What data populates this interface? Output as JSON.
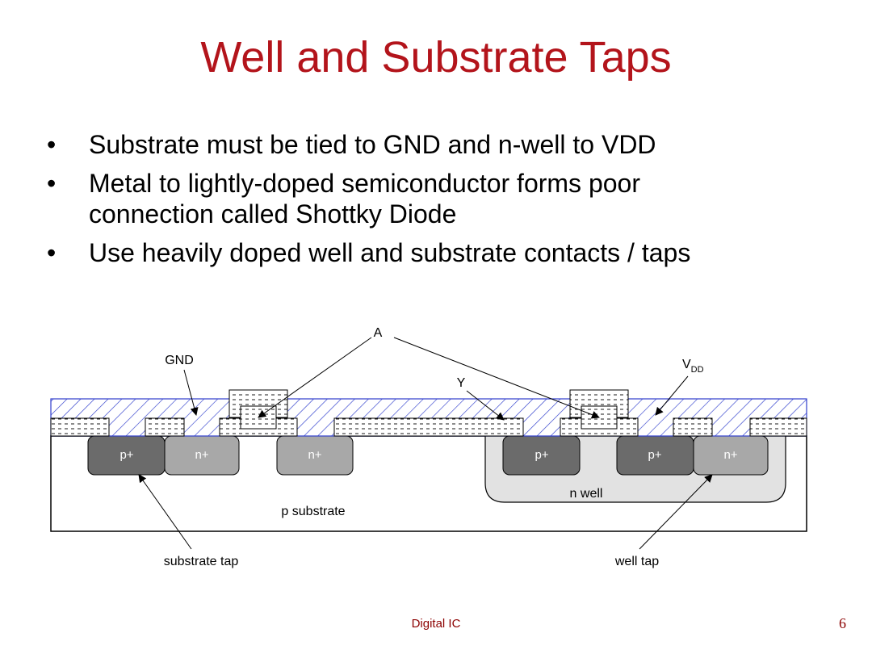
{
  "slide": {
    "title": "Well and Substrate Taps",
    "bullets": [
      {
        "marker": "•",
        "text": "Substrate must be tied to GND and n-well to VDD"
      },
      {
        "marker": "•",
        "text": "Metal to lightly-doped semiconductor forms poor connection called Shottky Diode"
      },
      {
        "marker": "•",
        "text": "Use heavily doped well and substrate contacts / taps"
      }
    ],
    "footer": "Digital IC",
    "page_number": "6"
  },
  "diagram": {
    "labels": {
      "a": "A",
      "y": "Y",
      "gnd": "GND",
      "vdd_main": "V",
      "vdd_sub": "DD",
      "p_substrate": "p substrate",
      "n_well": "n well",
      "substrate_tap": "substrate tap",
      "well_tap": "well tap"
    },
    "regions": [
      {
        "key": "p_tap",
        "label": "p+"
      },
      {
        "key": "n_source_left",
        "label": "n+"
      },
      {
        "key": "n_drain_left",
        "label": "n+"
      },
      {
        "key": "p_source_right",
        "label": "p+"
      },
      {
        "key": "p_drain_right",
        "label": "p+"
      },
      {
        "key": "n_tap",
        "label": "n+"
      }
    ],
    "colors": {
      "metal": "#2f3dcc",
      "p_plus": "#6b6b6b",
      "n_plus": "#a8a8a8",
      "n_well": "#e2e2e2",
      "title": "#b3141b"
    }
  }
}
